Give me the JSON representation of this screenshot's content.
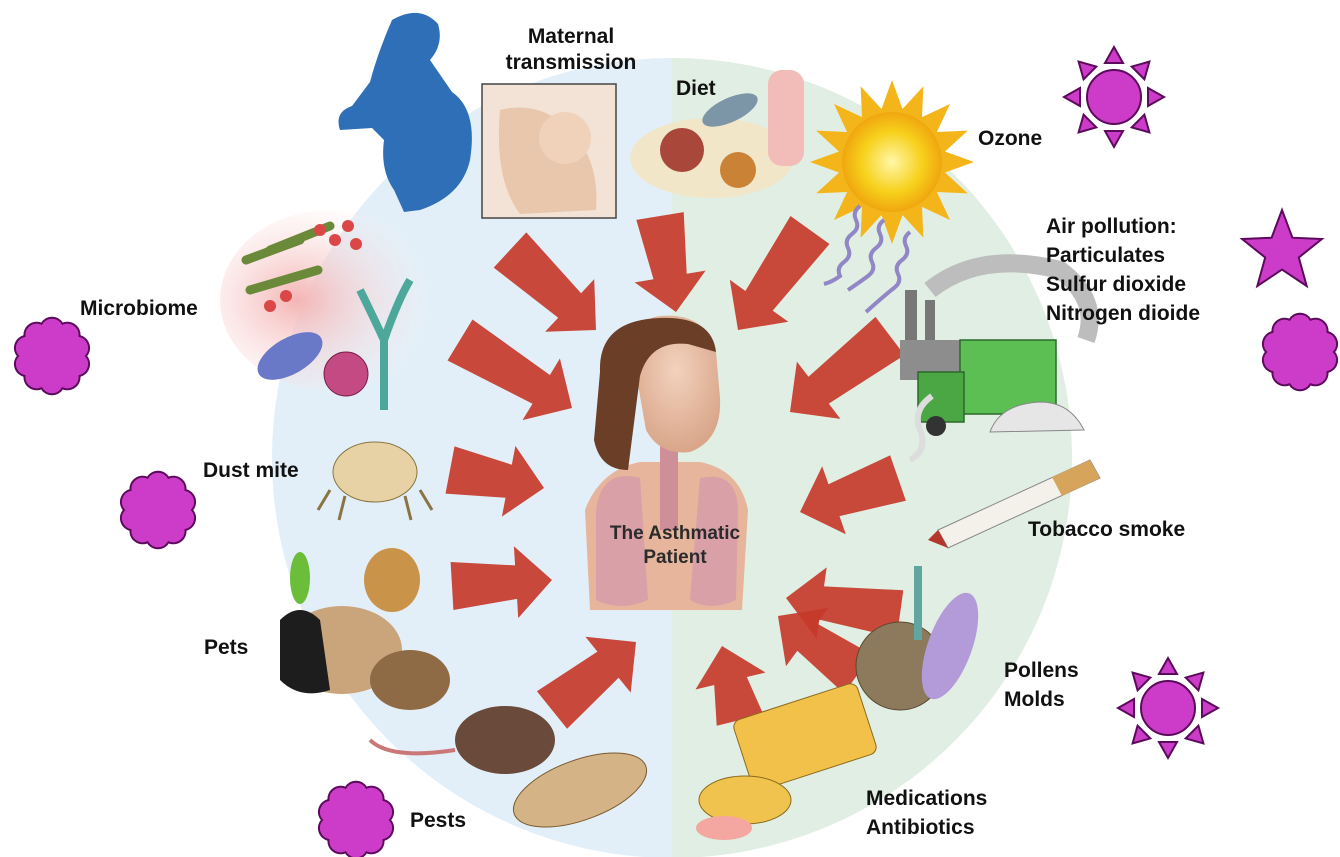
{
  "center_label": [
    "The Asthmatic",
    "Patient"
  ],
  "factors": {
    "maternal": [
      "Maternal",
      "transmission"
    ],
    "diet": [
      "Diet"
    ],
    "ozone": [
      "Ozone"
    ],
    "air_pollution": [
      "Air pollution:",
      "Particulates",
      "Sulfur dioxide",
      "Nitrogen dioide"
    ],
    "microbiome": [
      "Microbiome"
    ],
    "dust_mite": [
      "Dust mite"
    ],
    "pets": [
      "Pets"
    ],
    "tobacco": [
      "Tobacco smoke"
    ],
    "pollens": [
      "Pollens",
      "Molds"
    ],
    "pests": [
      "Pests"
    ],
    "medications": [
      "Medications",
      "Antibiotics"
    ]
  },
  "colors": {
    "left_half": "#e3eff8",
    "right_half": "#e1eee3",
    "arrow": "#c63a2a",
    "stamp": "#cc3cc8",
    "stamp_outline": "#5c0a5c",
    "sun": "#f6c21c"
  },
  "stamps": [
    "sun-stamp",
    "star-stamp",
    "cloud-stamp",
    "cloud-stamp",
    "cloud-stamp",
    "sun-stamp",
    "cloud-stamp"
  ]
}
